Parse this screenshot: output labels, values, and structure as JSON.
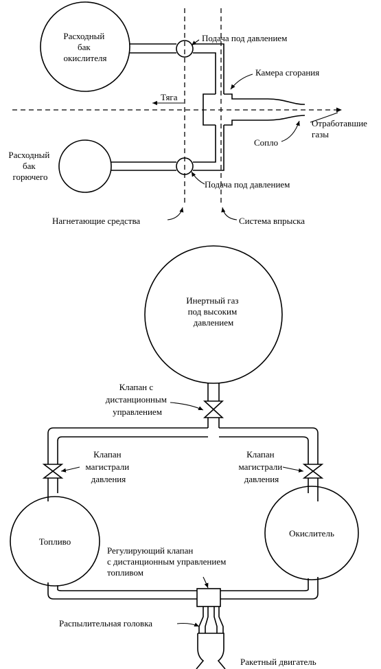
{
  "diagram1": {
    "oxidizer_tank": [
      "Расходный",
      "бак",
      "окислителя"
    ],
    "fuel_tank": [
      "Расходный",
      "бак",
      "горючего"
    ],
    "pressure_feed_top": "Подача под давлением",
    "pressure_feed_bottom": "Подача под давлением",
    "combustion_chamber": "Камера сгорания",
    "thrust": "Тяга",
    "exhaust": [
      "Отработавшие",
      "газы"
    ],
    "nozzle": "Сопло",
    "pumping_means": "Нагнетающие средства",
    "injection_system": "Система впрыска"
  },
  "diagram2": {
    "inert_gas": [
      "Инертный газ",
      "под высоким",
      "давлением"
    ],
    "remote_valve": [
      "Клапан с",
      "дистанционным",
      "управлением"
    ],
    "line_valve_left": [
      "Клапан",
      "магистрали",
      "давления"
    ],
    "line_valve_right": [
      "Клапан",
      "магистрали",
      "давления"
    ],
    "fuel": "Топливо",
    "oxidizer": "Окислитель",
    "regulating_valve": [
      "Регулирующий клапан",
      "с дистанционным управлением",
      "топливом"
    ],
    "injector_head": "Распылительная головка",
    "rocket_engine": "Ракетный двигатель"
  }
}
